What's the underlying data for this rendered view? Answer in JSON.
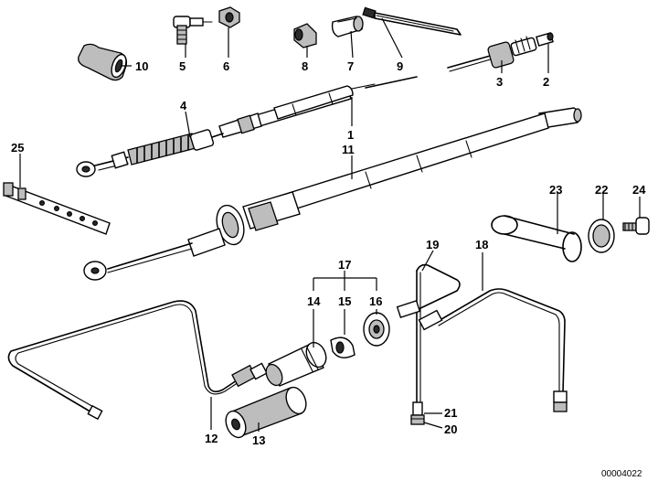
{
  "diagram": {
    "callouts": [
      "1",
      "2",
      "3",
      "4",
      "5",
      "6",
      "7",
      "8",
      "9",
      "10",
      "11",
      "12",
      "13",
      "14",
      "15",
      "16",
      "17",
      "18",
      "19",
      "20",
      "21",
      "22",
      "23",
      "24",
      "25"
    ],
    "document_number": "00004022"
  }
}
